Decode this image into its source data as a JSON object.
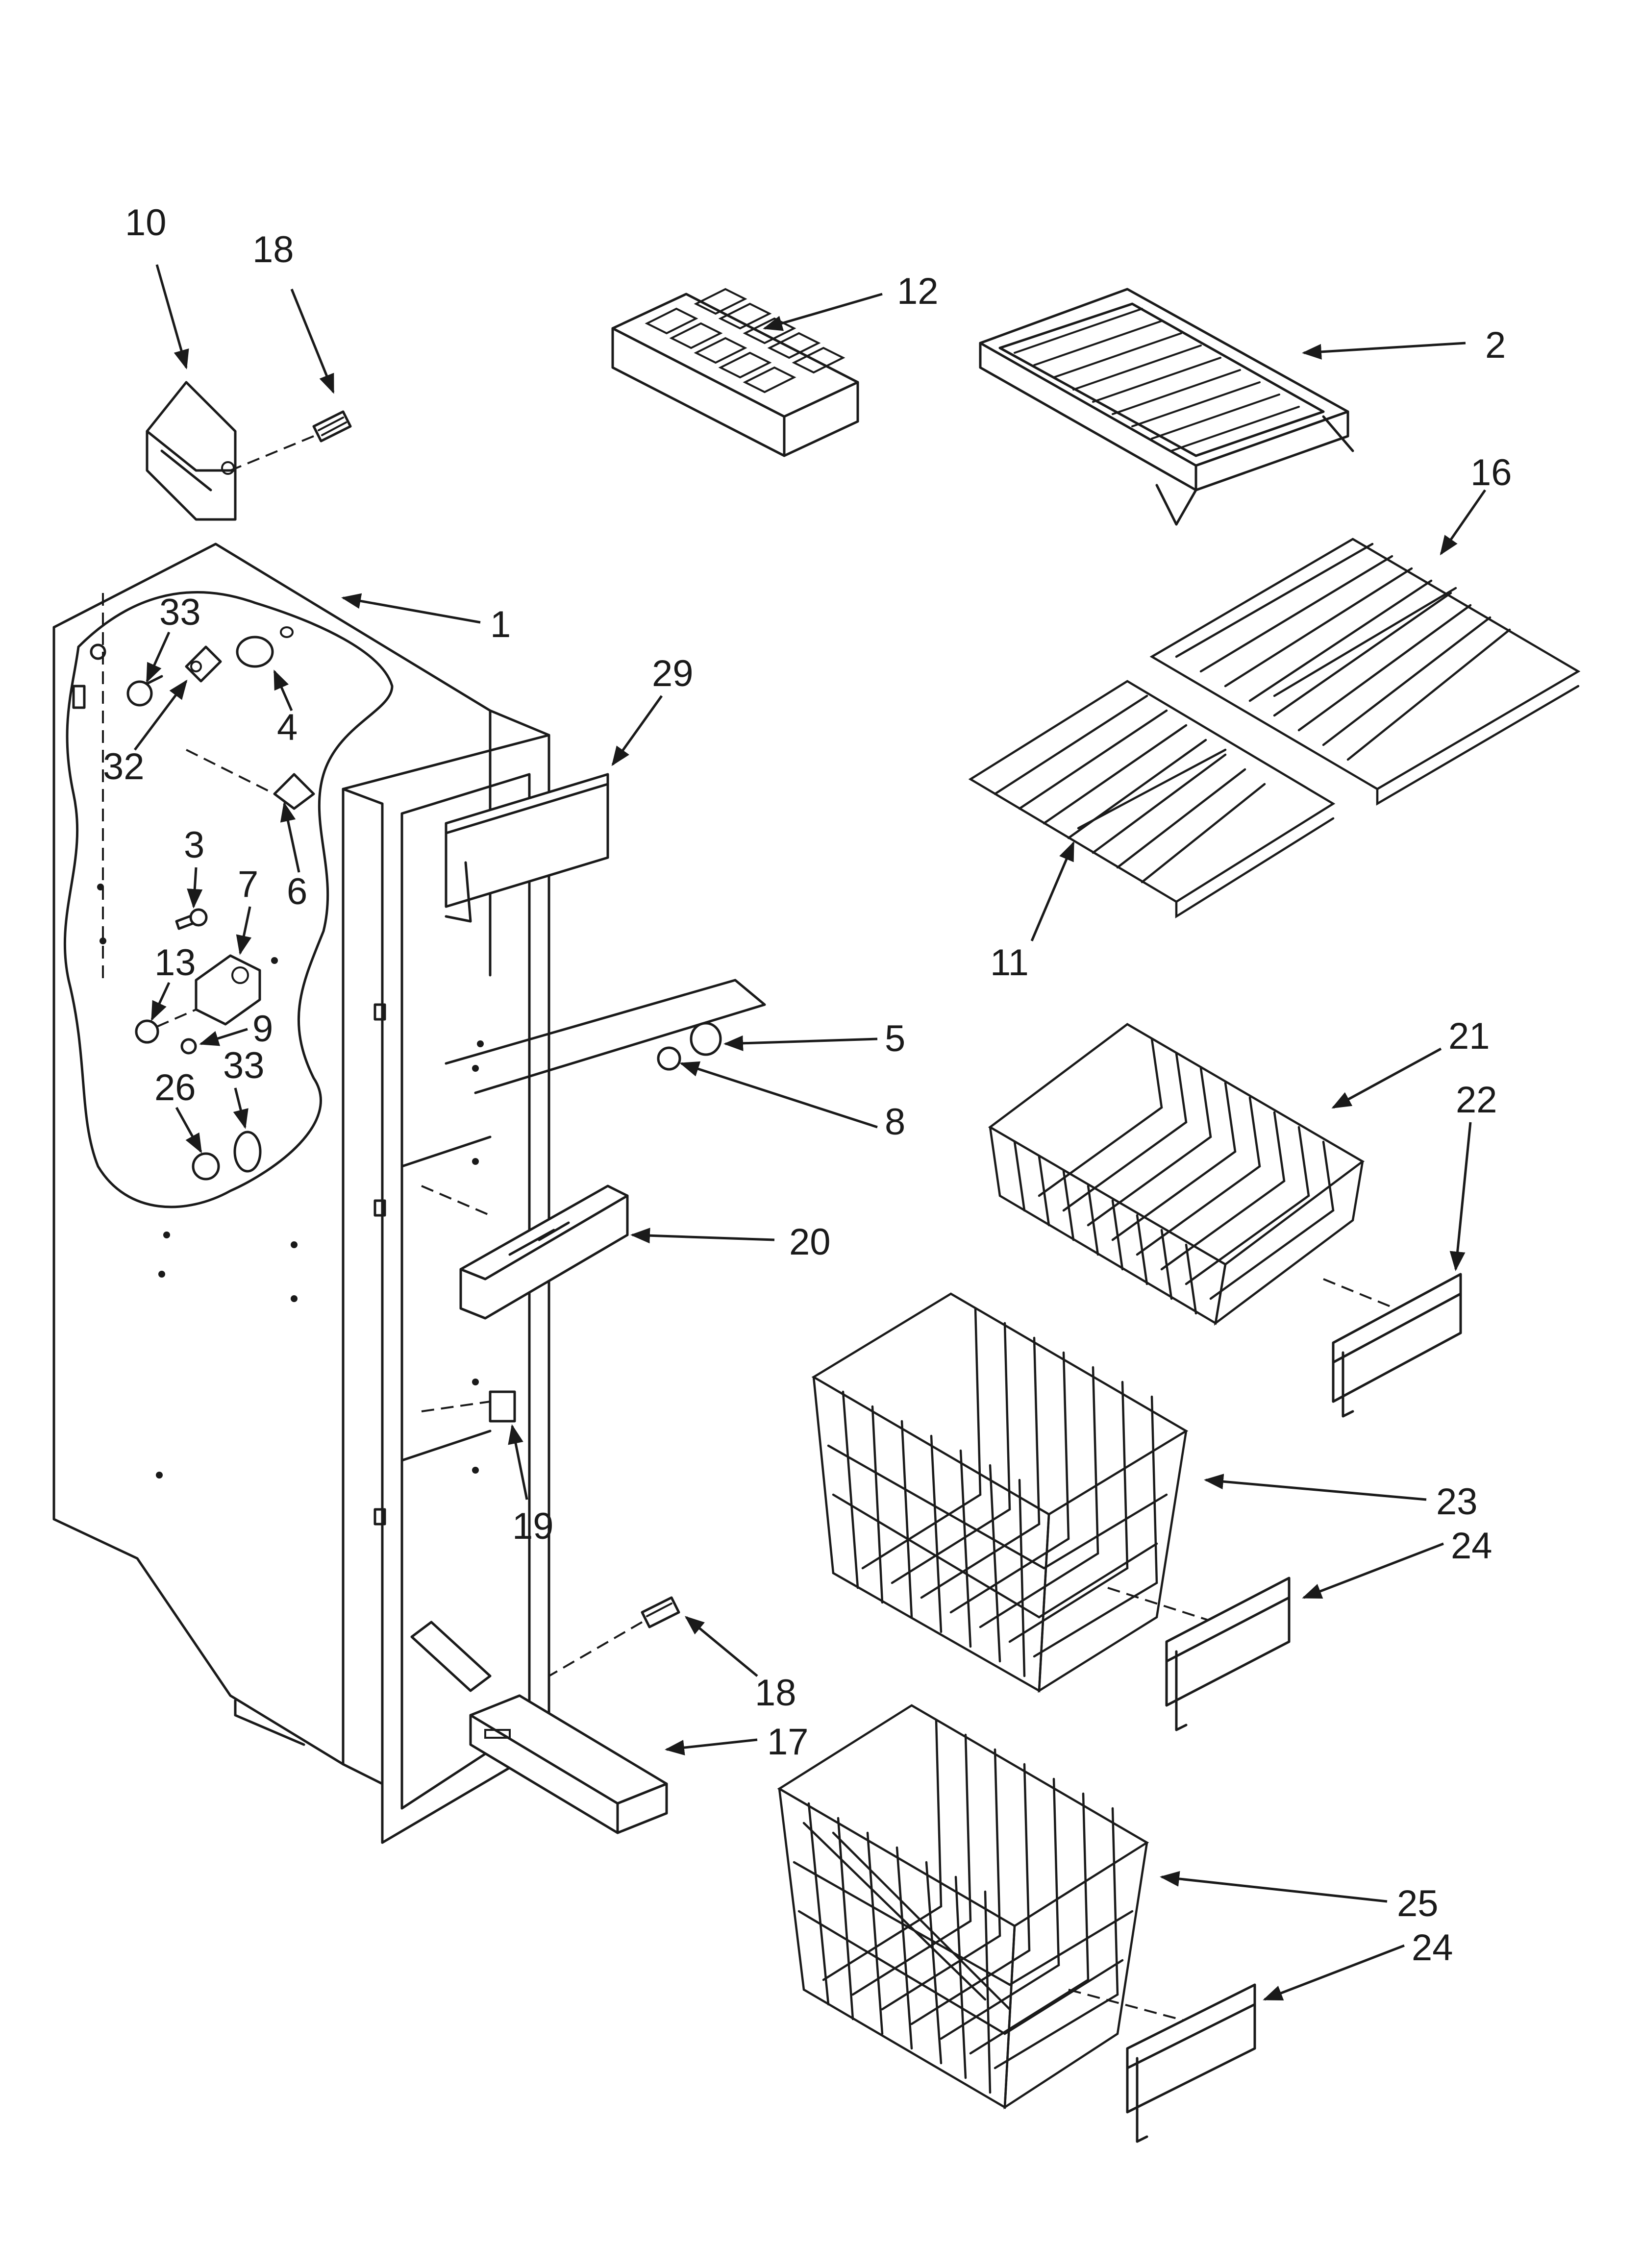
{
  "diagram": {
    "style_color": "#1a1a1a",
    "background": "#ffffff",
    "callouts": [
      {
        "id": "c10",
        "label": "10"
      },
      {
        "id": "c18a",
        "label": "18"
      },
      {
        "id": "c12",
        "label": "12"
      },
      {
        "id": "c2",
        "label": "2"
      },
      {
        "id": "c16",
        "label": "16"
      },
      {
        "id": "c1",
        "label": "1"
      },
      {
        "id": "c33a",
        "label": "33"
      },
      {
        "id": "c4",
        "label": "4"
      },
      {
        "id": "c32",
        "label": "32"
      },
      {
        "id": "c29",
        "label": "29"
      },
      {
        "id": "c6",
        "label": "6"
      },
      {
        "id": "c3",
        "label": "3"
      },
      {
        "id": "c7",
        "label": "7"
      },
      {
        "id": "c11",
        "label": "11"
      },
      {
        "id": "c13",
        "label": "13"
      },
      {
        "id": "c9",
        "label": "9"
      },
      {
        "id": "c5",
        "label": "5"
      },
      {
        "id": "c21",
        "label": "21"
      },
      {
        "id": "c26",
        "label": "26"
      },
      {
        "id": "c33b",
        "label": "33"
      },
      {
        "id": "c8",
        "label": "8"
      },
      {
        "id": "c22",
        "label": "22"
      },
      {
        "id": "c20",
        "label": "20"
      },
      {
        "id": "c19",
        "label": "19"
      },
      {
        "id": "c23",
        "label": "23"
      },
      {
        "id": "c24a",
        "label": "24"
      },
      {
        "id": "c18b",
        "label": "18"
      },
      {
        "id": "c17",
        "label": "17"
      },
      {
        "id": "c25",
        "label": "25"
      },
      {
        "id": "c24b",
        "label": "24"
      }
    ]
  }
}
